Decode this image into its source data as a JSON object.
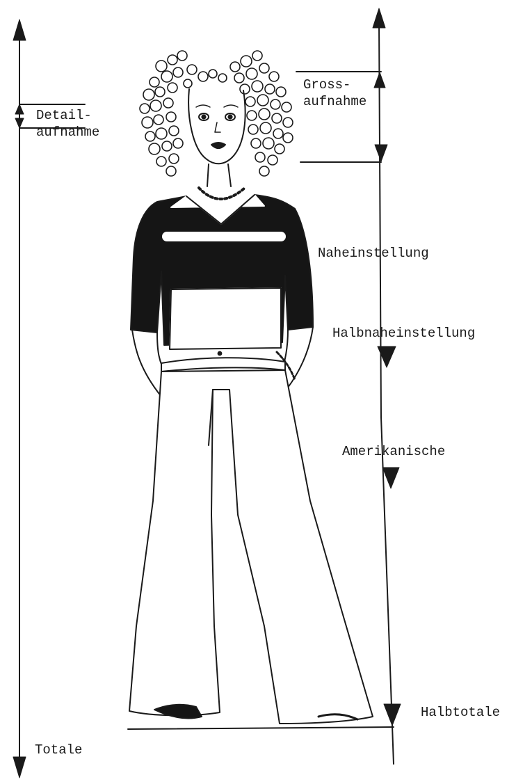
{
  "labels": {
    "detail_line1": "Detail-",
    "detail_line2": "aufnahme",
    "gross_line1": "Gross-",
    "gross_line2": "aufnahme",
    "nahe": "Naheinstellung",
    "halbnahe": "Halbnaheinstellung",
    "amerikanische": "Amerikanische",
    "halbtotale": "Halbtotale",
    "totale": "Totale"
  },
  "colors": {
    "ink": "#1a1a1a",
    "clothing": "#151515",
    "background": "#ffffff"
  }
}
